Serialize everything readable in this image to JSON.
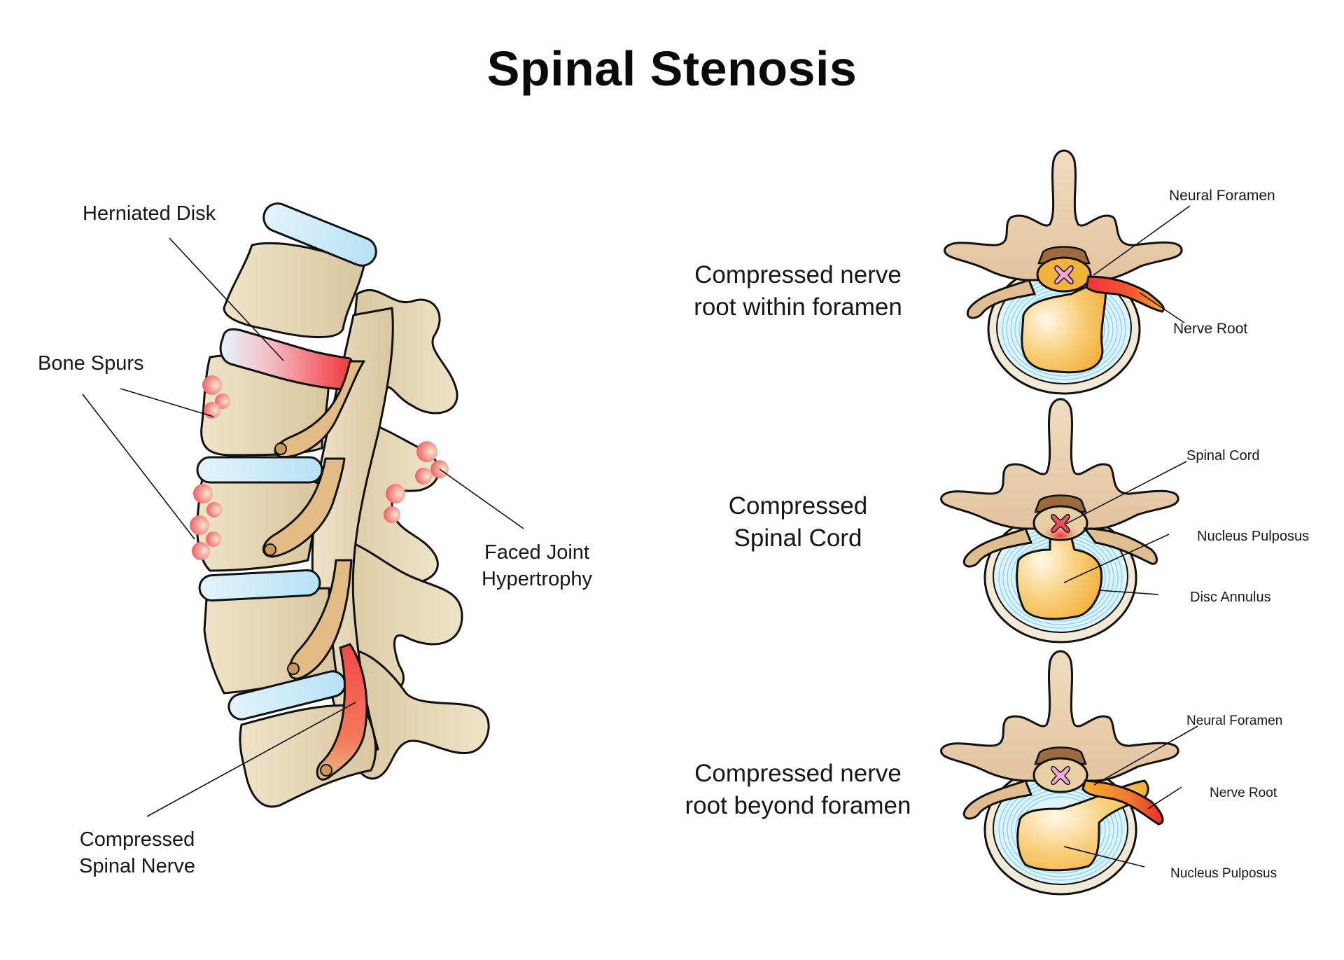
{
  "title": "Spinal Stenosis",
  "lateral_view": {
    "labels": {
      "herniated_disk": "Herniated Disk",
      "bone_spurs": "Bone Spurs",
      "facet_joint": [
        "Faced Joint",
        "Hypertrophy"
      ],
      "compressed_nerve": [
        "Compressed",
        "Spinal Nerve"
      ]
    }
  },
  "cross_sections": [
    {
      "caption": [
        "Compressed nerve",
        "root within foramen"
      ],
      "labels": {
        "top": "Neural Foramen",
        "bottom": "Nerve Root"
      }
    },
    {
      "caption": [
        "Compressed",
        "Spinal Cord"
      ],
      "labels": {
        "top": "Spinal Cord",
        "middle": "Nucleus Pulposus",
        "bottom": "Disc Annulus"
      }
    },
    {
      "caption": [
        "Compressed nerve",
        "root beyond foramen"
      ],
      "labels": {
        "top": "Neural Foramen",
        "middle": "Nerve Root",
        "bottom": "Nucleus Pulposus"
      }
    }
  ],
  "colors": {
    "bone": "#e6d7b8",
    "bone_dark": "#d6c29c",
    "disc": "#c7e8f7",
    "inflamed": "#f03a3a",
    "nerve": "#e2bb86",
    "nucleus": "#f5b841",
    "cord": "#f0a8d8"
  }
}
